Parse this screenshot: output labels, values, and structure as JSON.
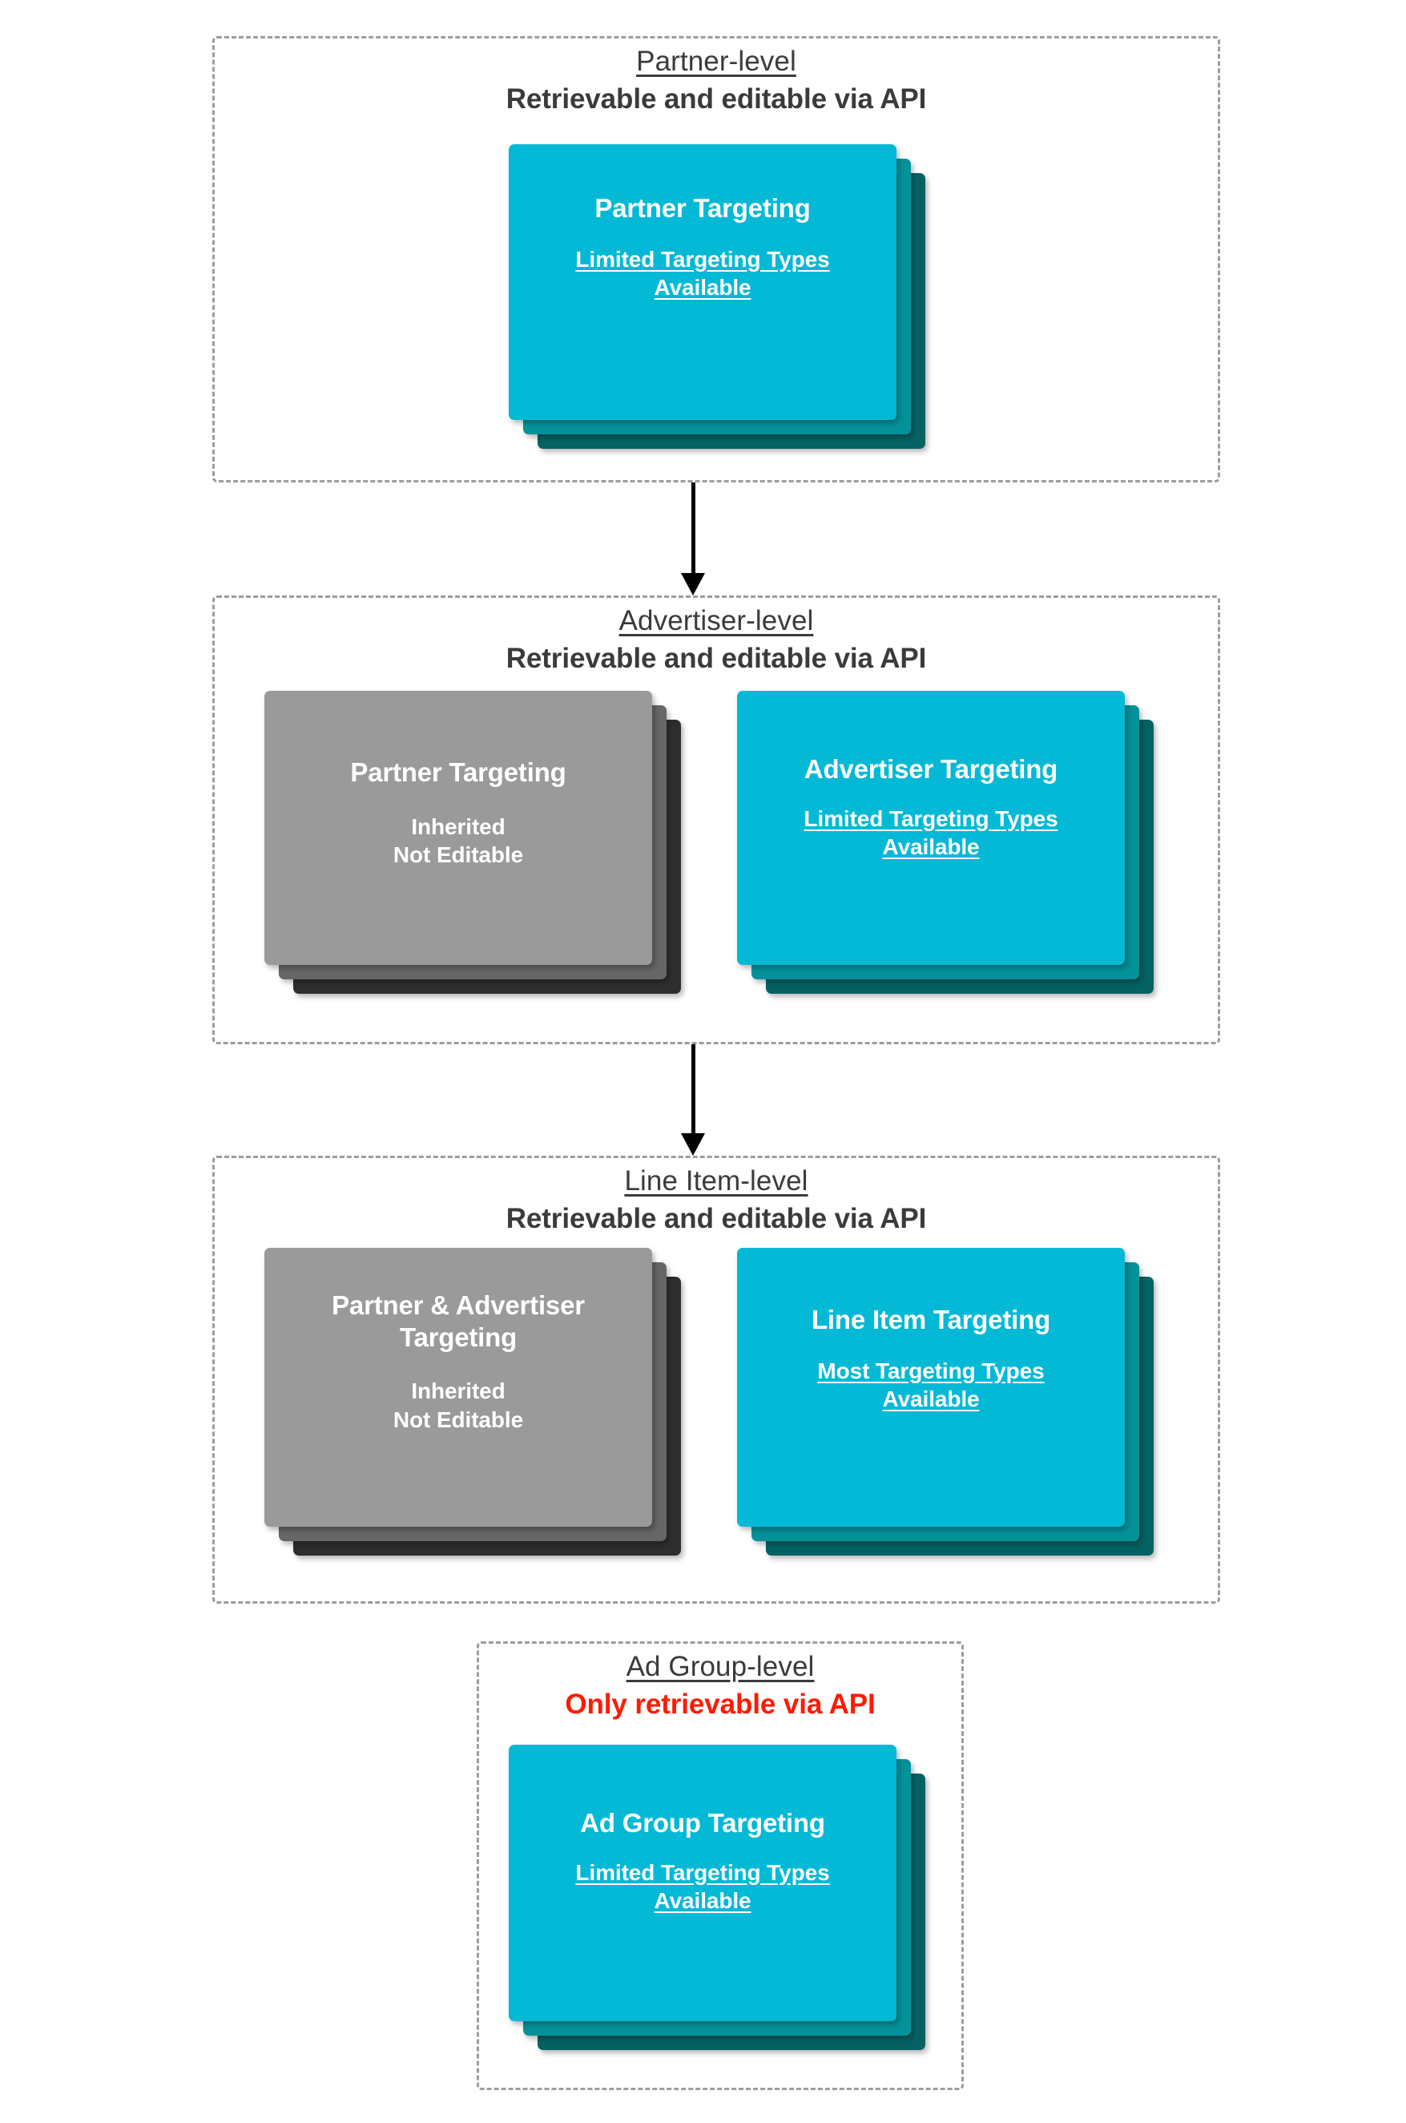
{
  "colors": {
    "cyan_front": "#03b9d6",
    "cyan_mid": "#04929a",
    "cyan_back": "#046264",
    "grey_front": "#9a9a9a",
    "grey_mid": "#666666",
    "grey_back": "#2e2e2e",
    "heading_text": "#3b3b3b",
    "alert_text": "#ff1a00",
    "dashed_border": "#9d9d9d",
    "arrow": "#000000",
    "card_text": "#ffffff"
  },
  "levels": [
    {
      "id": "partner",
      "title": "Partner-level",
      "subtitle": "Retrievable and editable via API",
      "subtitle_alert": false,
      "cards": [
        {
          "id": "partner-targeting",
          "palette": "cyan",
          "title": "Partner Targeting",
          "note_line1": "Limited Targeting Types",
          "note_line2": "Available",
          "note_underlined": true
        }
      ]
    },
    {
      "id": "advertiser",
      "title": "Advertiser-level",
      "subtitle": "Retrievable and editable via API",
      "subtitle_alert": false,
      "cards": [
        {
          "id": "inherited-partner-targeting",
          "palette": "grey",
          "title": "Partner Targeting",
          "note_line1": "Inherited",
          "note_line2": "Not Editable",
          "note_underlined": false
        },
        {
          "id": "advertiser-targeting",
          "palette": "cyan",
          "title": "Advertiser Targeting",
          "note_line1": "Limited Targeting Types",
          "note_line2": "Available",
          "note_underlined": true
        }
      ]
    },
    {
      "id": "line-item",
      "title": "Line Item-level",
      "subtitle": "Retrievable and editable via API",
      "subtitle_alert": false,
      "cards": [
        {
          "id": "inherited-partner-advertiser-targeting",
          "palette": "grey",
          "title": "Partner & Advertiser Targeting",
          "note_line1": "Inherited",
          "note_line2": "Not Editable",
          "note_underlined": false
        },
        {
          "id": "line-item-targeting",
          "palette": "cyan",
          "title": "Line Item Targeting",
          "note_line1": "Most Targeting Types",
          "note_line2": "Available",
          "note_underlined": true
        }
      ]
    },
    {
      "id": "ad-group",
      "title": "Ad Group-level",
      "subtitle": "Only retrievable via API",
      "subtitle_alert": true,
      "cards": [
        {
          "id": "ad-group-targeting",
          "palette": "cyan",
          "title": "Ad Group Targeting",
          "note_line1": "Limited Targeting Types",
          "note_line2": "Available",
          "note_underlined": true
        }
      ]
    }
  ],
  "connectors": [
    {
      "id": "partner-to-advertiser",
      "from": "partner",
      "to": "advertiser"
    },
    {
      "id": "advertiser-to-line-item",
      "from": "advertiser",
      "to": "line-item"
    }
  ]
}
